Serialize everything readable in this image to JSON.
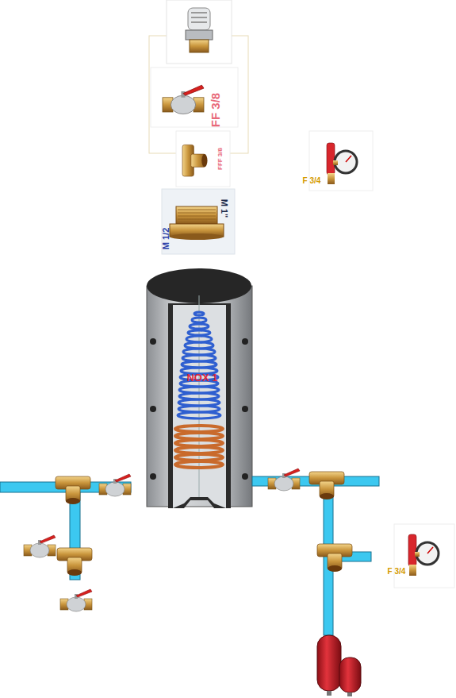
{
  "diagram": {
    "labels": [
      "FF 3/8",
      "FFF 3/8",
      "F 3/4",
      "M 1\"",
      "M 1/2",
      "NOX 1",
      "F 3/4"
    ]
  }
}
